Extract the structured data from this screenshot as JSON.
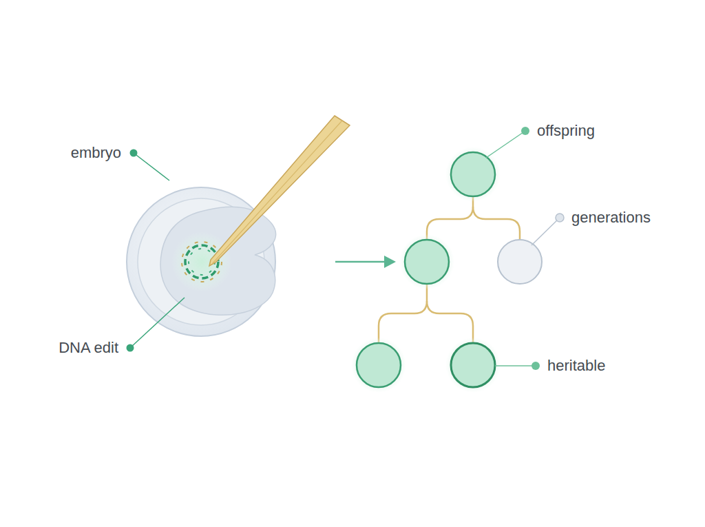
{
  "diagram": {
    "labels": [
      "embryo",
      "DNA edit",
      "offspring",
      "generations",
      "heritable"
    ]
  }
}
